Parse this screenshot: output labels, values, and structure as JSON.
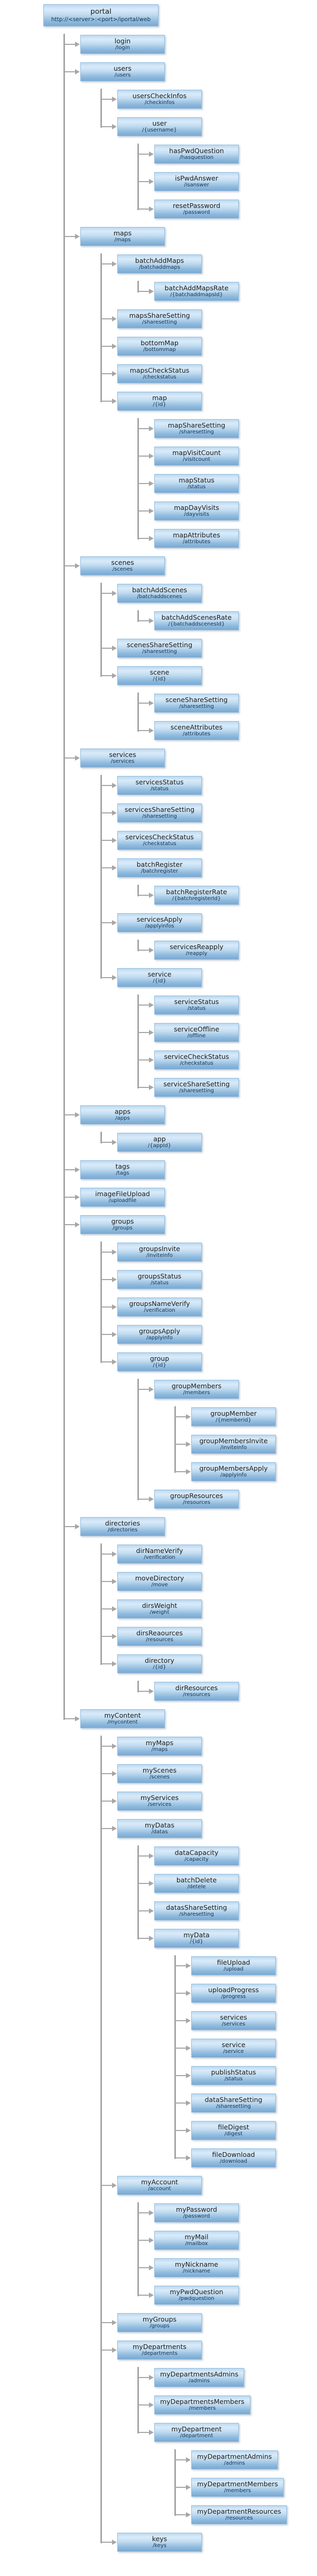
{
  "colors": {
    "box_gradient_top": "#d9ebfa",
    "box_gradient_bottom": "#7aa9d2",
    "box_border": "#94bcdd",
    "connector": "#a6a6a6",
    "title_text": "#1b1b1b",
    "path_text": "#16324f",
    "background": "#ffffff"
  },
  "tree": {
    "t": "portal",
    "p": "http://<server>:<port>/iportal/web",
    "c": [
      {
        "t": "login",
        "p": "/login"
      },
      {
        "t": "users",
        "p": "/users",
        "c": [
          {
            "t": "usersCheckInfos",
            "p": "/checkinfos"
          },
          {
            "t": "user",
            "p": "/{username}",
            "c": [
              {
                "t": "hasPwdQuestion",
                "p": "/hasquestion"
              },
              {
                "t": "isPwdAnswer",
                "p": "/isanswer"
              },
              {
                "t": "resetPassword",
                "p": "/password"
              }
            ]
          }
        ]
      },
      {
        "t": "maps",
        "p": "/maps",
        "c": [
          {
            "t": "batchAddMaps",
            "p": "/batchaddmaps",
            "c": [
              {
                "t": "batchAddMapsRate",
                "p": "/{batchaddmapsId}"
              }
            ]
          },
          {
            "t": "mapsShareSetting",
            "p": "/sharesetting"
          },
          {
            "t": "bottomMap",
            "p": "/bottommap"
          },
          {
            "t": "mapsCheckStatus",
            "p": "/checkstatus"
          },
          {
            "t": "map",
            "p": "/{id}",
            "c": [
              {
                "t": "mapShareSetting",
                "p": "/sharesetting"
              },
              {
                "t": "mapVisitCount",
                "p": "/visitcount"
              },
              {
                "t": "mapStatus",
                "p": "/status"
              },
              {
                "t": "mapDayVisits",
                "p": "/dayvisits"
              },
              {
                "t": "mapAttributes",
                "p": "/attributes"
              }
            ]
          }
        ]
      },
      {
        "t": "scenes",
        "p": "/scenes",
        "c": [
          {
            "t": "batchAddScenes",
            "p": "/batchaddscenes",
            "c": [
              {
                "t": "batchAddScenesRate",
                "p": "/{batchaddscenesId}"
              }
            ]
          },
          {
            "t": "scenesShareSetting",
            "p": "/sharesetting"
          },
          {
            "t": "scene",
            "p": "/{id}",
            "c": [
              {
                "t": "sceneShareSetting",
                "p": "/sharesetting"
              },
              {
                "t": "sceneAttributes",
                "p": "/attributes"
              }
            ]
          }
        ]
      },
      {
        "t": "services",
        "p": "/services",
        "c": [
          {
            "t": "servicesStatus",
            "p": "/status"
          },
          {
            "t": "servicesShareSetting",
            "p": "/sharesetting"
          },
          {
            "t": "servicesCheckStatus",
            "p": "/checkstatus"
          },
          {
            "t": "batchRegister",
            "p": "/batchregister",
            "c": [
              {
                "t": "batchRegisterRate",
                "p": "/{batchregisterId}"
              }
            ]
          },
          {
            "t": "servicesApply",
            "p": "/applyinfos",
            "c": [
              {
                "t": "servicesReapply",
                "p": "/reapply"
              }
            ]
          },
          {
            "t": "service",
            "p": "/{id}",
            "c": [
              {
                "t": "serviceStatus",
                "p": "/status"
              },
              {
                "t": "serviceOffline",
                "p": "/offline"
              },
              {
                "t": "serviceCheckStatus",
                "p": "/checkstatus"
              },
              {
                "t": "serviceShareSetting",
                "p": "/sharesetting"
              }
            ]
          }
        ]
      },
      {
        "t": "apps",
        "p": "/apps",
        "c": [
          {
            "t": "app",
            "p": "/{appId}"
          }
        ]
      },
      {
        "t": "tags",
        "p": "/tags"
      },
      {
        "t": "imageFileUpload",
        "p": "/uploadfile"
      },
      {
        "t": "groups",
        "p": "/groups",
        "c": [
          {
            "t": "groupsInvite",
            "p": "/inviteinfo"
          },
          {
            "t": "groupsStatus",
            "p": "/status"
          },
          {
            "t": "groupsNameVerify",
            "p": "/verification"
          },
          {
            "t": "groupsApply",
            "p": "/applyinfo"
          },
          {
            "t": "group",
            "p": "/{id}",
            "c": [
              {
                "t": "groupMembers",
                "p": "/members",
                "c": [
                  {
                    "t": "groupMember",
                    "p": "/{memberid}"
                  },
                  {
                    "t": "groupMembersInvite",
                    "p": "/inviteinfo"
                  },
                  {
                    "t": "groupMembersApply",
                    "p": "/applyinfo"
                  }
                ]
              },
              {
                "t": "groupResources",
                "p": "/resources"
              }
            ]
          }
        ]
      },
      {
        "t": "directories",
        "p": "/directories",
        "c": [
          {
            "t": "dirNameVerify",
            "p": "/verification"
          },
          {
            "t": "moveDirectory",
            "p": "/move"
          },
          {
            "t": "dirsWeight",
            "p": "/weight"
          },
          {
            "t": "dirsReaources",
            "p": "/resources"
          },
          {
            "t": "directory",
            "p": "/{id}",
            "c": [
              {
                "t": "dirResources",
                "p": "/resources"
              }
            ]
          }
        ]
      },
      {
        "t": "myContent",
        "p": "/mycontent",
        "c": [
          {
            "t": "myMaps",
            "p": "/maps"
          },
          {
            "t": "myScenes",
            "p": "/scenes"
          },
          {
            "t": "myServices",
            "p": "/services"
          },
          {
            "t": "myDatas",
            "p": "/datas",
            "c": [
              {
                "t": "dataCapacity",
                "p": "/capacity"
              },
              {
                "t": "batchDelete",
                "p": "/detele"
              },
              {
                "t": "datasShareSetting",
                "p": "/sharesetting"
              },
              {
                "t": "myData",
                "p": "/{id}",
                "c": [
                  {
                    "t": "fileUpload",
                    "p": "/upload"
                  },
                  {
                    "t": "uploadProgress",
                    "p": "/progress"
                  },
                  {
                    "t": "services",
                    "p": "/services"
                  },
                  {
                    "t": "service",
                    "p": "/service"
                  },
                  {
                    "t": "publishStatus",
                    "p": "/status"
                  },
                  {
                    "t": "dataShareSetting",
                    "p": "/sharesetting"
                  },
                  {
                    "t": "fileDigest",
                    "p": "/digest"
                  },
                  {
                    "t": "fileDownload",
                    "p": "/download"
                  }
                ]
              }
            ]
          },
          {
            "t": "myAccount",
            "p": "/account",
            "c": [
              {
                "t": "myPassword",
                "p": "/password"
              },
              {
                "t": "myMail",
                "p": "/mailbox"
              },
              {
                "t": "myNickname",
                "p": "/nickname"
              },
              {
                "t": "myPwdQuestion",
                "p": "/pwdquestion"
              }
            ]
          },
          {
            "t": "myGroups",
            "p": "/groups"
          },
          {
            "t": "myDepartments",
            "p": "/departments",
            "c": [
              {
                "t": "myDepartmentsAdmins",
                "p": "/admins"
              },
              {
                "t": "myDepartmentsMembers",
                "p": "/members"
              },
              {
                "t": "myDepartment",
                "p": "/department",
                "c": [
                  {
                    "t": "myDepartmentAdmins",
                    "p": "/admins"
                  },
                  {
                    "t": "myDepartmentMembers",
                    "p": "/members"
                  },
                  {
                    "t": "myDepartmentResources",
                    "p": "/resources"
                  }
                ]
              }
            ]
          },
          {
            "t": "keys",
            "p": "/keys"
          }
        ]
      }
    ]
  }
}
